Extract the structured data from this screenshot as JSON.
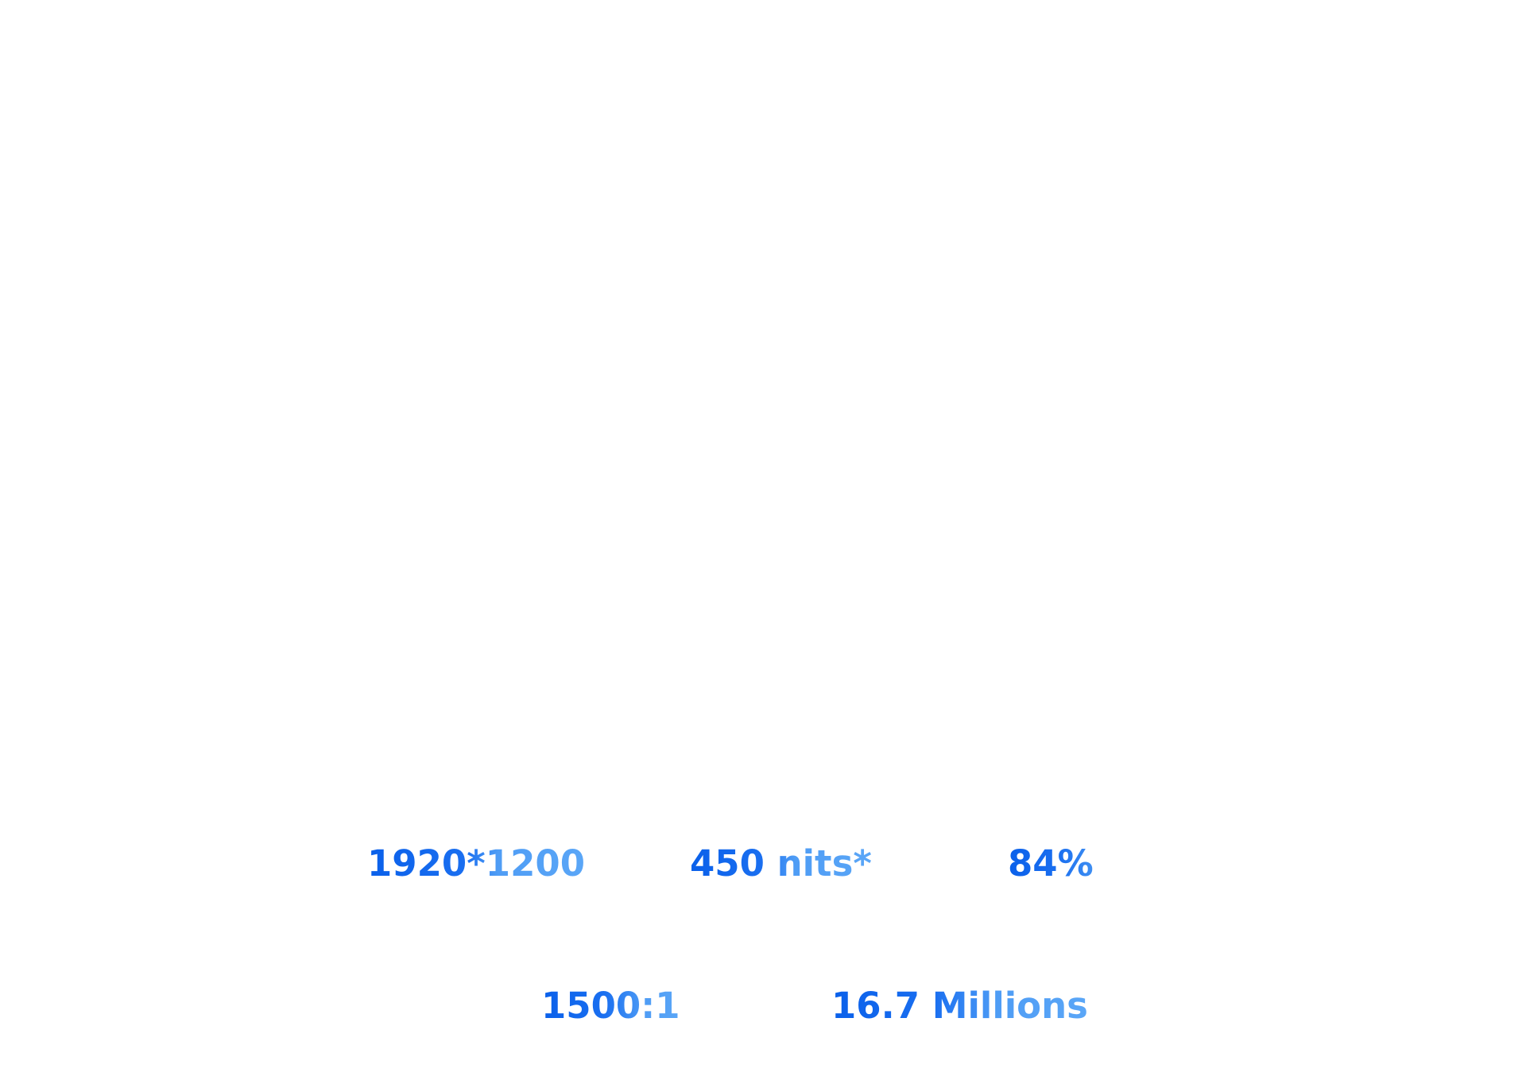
{
  "specs": {
    "resolution": "1920*1200",
    "brightness": "450 nits*",
    "color_gamut": "84%",
    "contrast": "1500:1",
    "colors": "16.7 Millions"
  },
  "colors": {
    "primary_blue": "#0a60ea",
    "light_blue": "#5aa6f7",
    "background": "#ffffff"
  }
}
